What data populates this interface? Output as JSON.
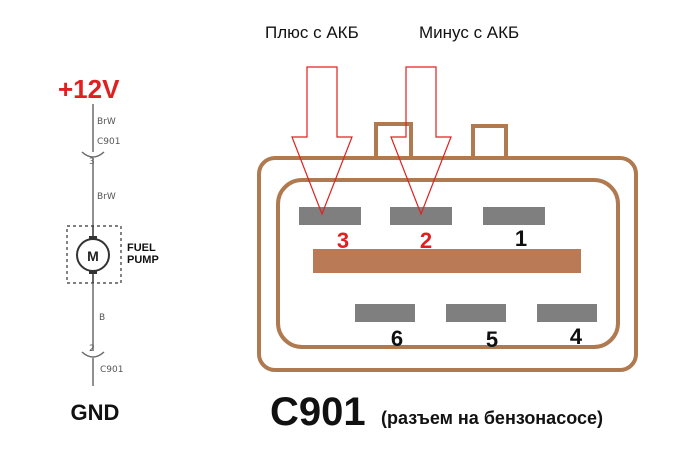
{
  "schematic": {
    "supply_label": "+12V",
    "wire_top_1": "BrW",
    "connector_top_ref": "C901",
    "connector_top_pin": "3",
    "wire_top_2": "BrW",
    "motor_symbol": "M",
    "fuel_label_line1": "FUEL",
    "fuel_label_line2": "PUMP",
    "wire_bottom": "B",
    "connector_bottom_pin": "2",
    "connector_bottom_ref": "C901",
    "ground_label": "GND"
  },
  "annotations": {
    "plus_label": "Плюс с АКБ",
    "minus_label": "Минус с АКБ"
  },
  "connector": {
    "pins": {
      "p3": "3",
      "p2": "2",
      "p1": "1",
      "p6": "6",
      "p5": "5",
      "p4": "4"
    },
    "title_code": "C901",
    "title_desc": "(разъем на бензонасосе)"
  },
  "colors": {
    "body_outline": "#b07a50",
    "key_bar": "#b97a55",
    "pin_gray": "#7f7f7f",
    "red": "#e02020",
    "arrow_outline": "#e02020",
    "schematic_line": "#6b6b6b"
  }
}
